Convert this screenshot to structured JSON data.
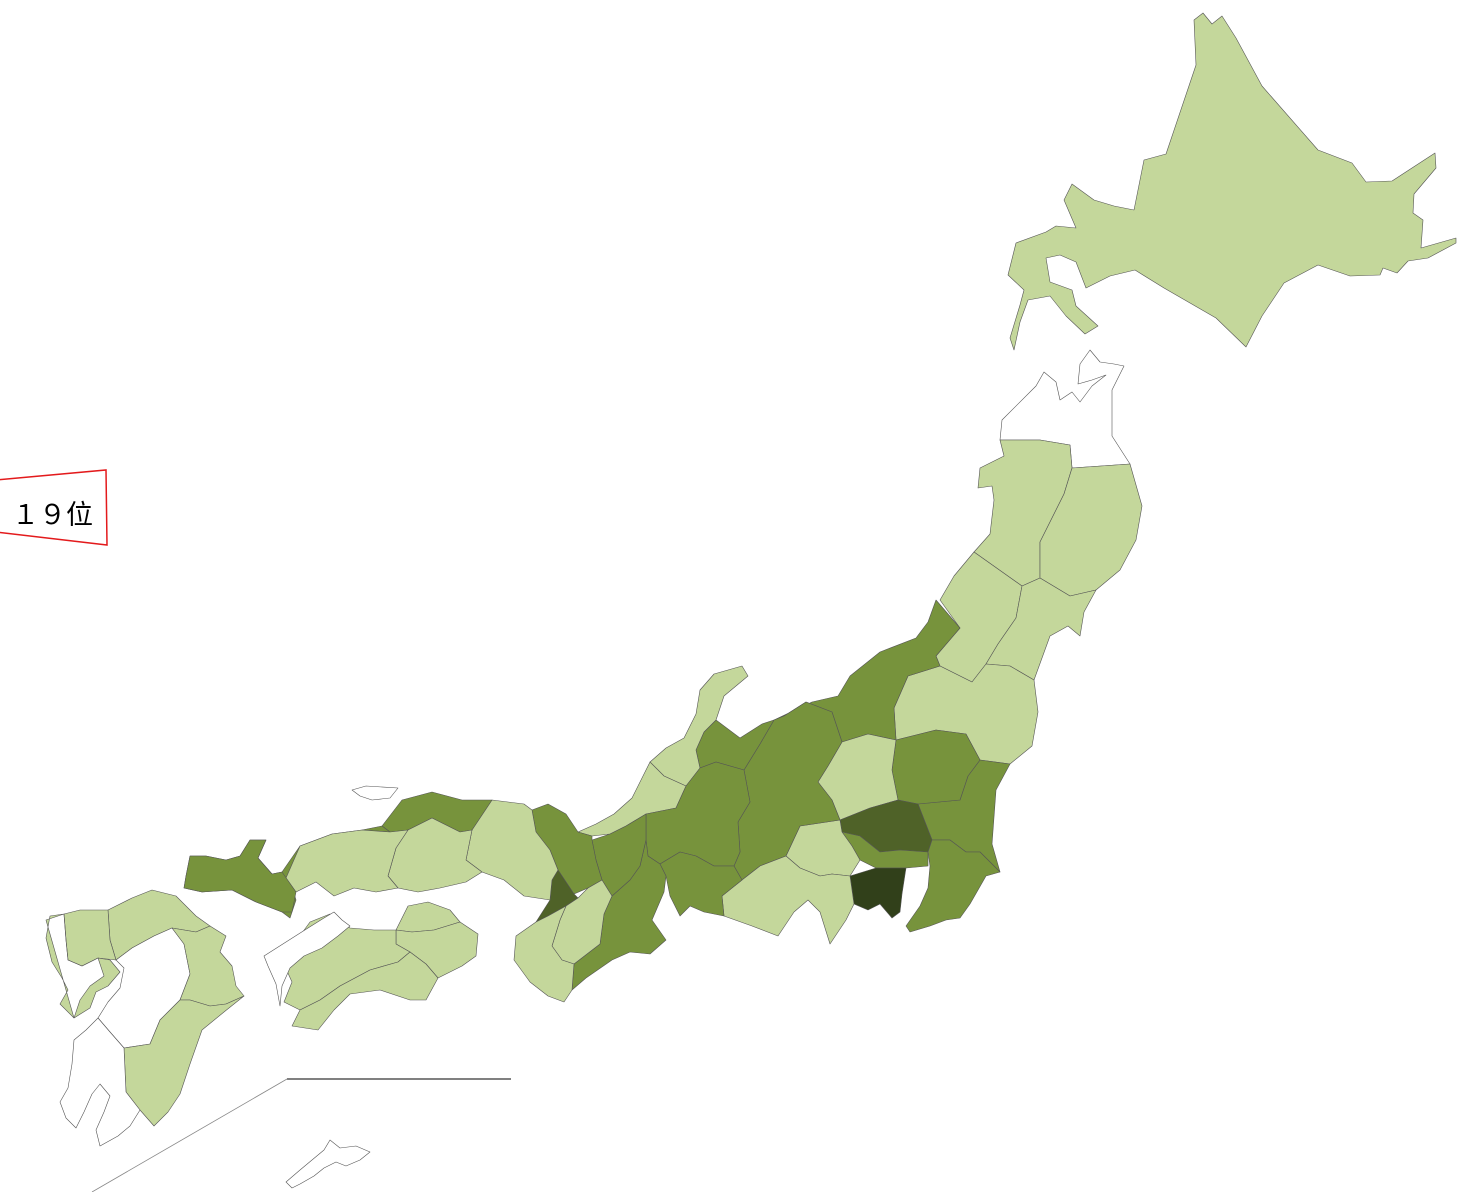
{
  "map": {
    "legend_colors": {
      "none": "#ffffff",
      "light": "#c4d79b",
      "medium": "#77933c",
      "dark": "#4f6228",
      "darkest": "#31401a"
    },
    "callout": {
      "label": "１９位",
      "border_color": "#e31a1c"
    },
    "prefectures": [
      {
        "id": "hokkaido",
        "level": "light"
      },
      {
        "id": "aomori",
        "level": "none"
      },
      {
        "id": "akita",
        "level": "light"
      },
      {
        "id": "iwate",
        "level": "light"
      },
      {
        "id": "yamagata",
        "level": "light"
      },
      {
        "id": "miyagi",
        "level": "light"
      },
      {
        "id": "fukushima",
        "level": "light"
      },
      {
        "id": "niigata",
        "level": "medium"
      },
      {
        "id": "ibaraki",
        "level": "medium"
      },
      {
        "id": "tochigi",
        "level": "medium"
      },
      {
        "id": "gunma",
        "level": "light"
      },
      {
        "id": "saitama",
        "level": "dark"
      },
      {
        "id": "tokyo",
        "level": "medium"
      },
      {
        "id": "chiba",
        "level": "medium"
      },
      {
        "id": "kanagawa",
        "level": "darkest"
      },
      {
        "id": "yamanashi",
        "level": "light"
      },
      {
        "id": "nagano",
        "level": "medium"
      },
      {
        "id": "toyama",
        "level": "medium"
      },
      {
        "id": "ishikawa",
        "level": "light"
      },
      {
        "id": "fukui",
        "level": "light"
      },
      {
        "id": "gifu",
        "level": "medium"
      },
      {
        "id": "shizuoka",
        "level": "light"
      },
      {
        "id": "aichi",
        "level": "medium"
      },
      {
        "id": "mie",
        "level": "medium"
      },
      {
        "id": "shiga",
        "level": "medium"
      },
      {
        "id": "kyoto",
        "level": "medium"
      },
      {
        "id": "osaka",
        "level": "dark"
      },
      {
        "id": "hyogo",
        "level": "light"
      },
      {
        "id": "nara",
        "level": "light"
      },
      {
        "id": "wakayama",
        "level": "light"
      },
      {
        "id": "tottori",
        "level": "medium"
      },
      {
        "id": "shimane",
        "level": "medium"
      },
      {
        "id": "okayama",
        "level": "light"
      },
      {
        "id": "hiroshima",
        "level": "light"
      },
      {
        "id": "yamaguchi",
        "level": "medium"
      },
      {
        "id": "kagawa",
        "level": "light"
      },
      {
        "id": "tokushima",
        "level": "light"
      },
      {
        "id": "ehime",
        "level": "light"
      },
      {
        "id": "kochi",
        "level": "light"
      },
      {
        "id": "fukuoka",
        "level": "light"
      },
      {
        "id": "saga",
        "level": "light"
      },
      {
        "id": "nagasaki",
        "level": "light"
      },
      {
        "id": "kumamoto",
        "level": "none"
      },
      {
        "id": "oita",
        "level": "light"
      },
      {
        "id": "miyazaki",
        "level": "light"
      },
      {
        "id": "kagoshima",
        "level": "none"
      },
      {
        "id": "okinawa",
        "level": "none"
      }
    ]
  }
}
